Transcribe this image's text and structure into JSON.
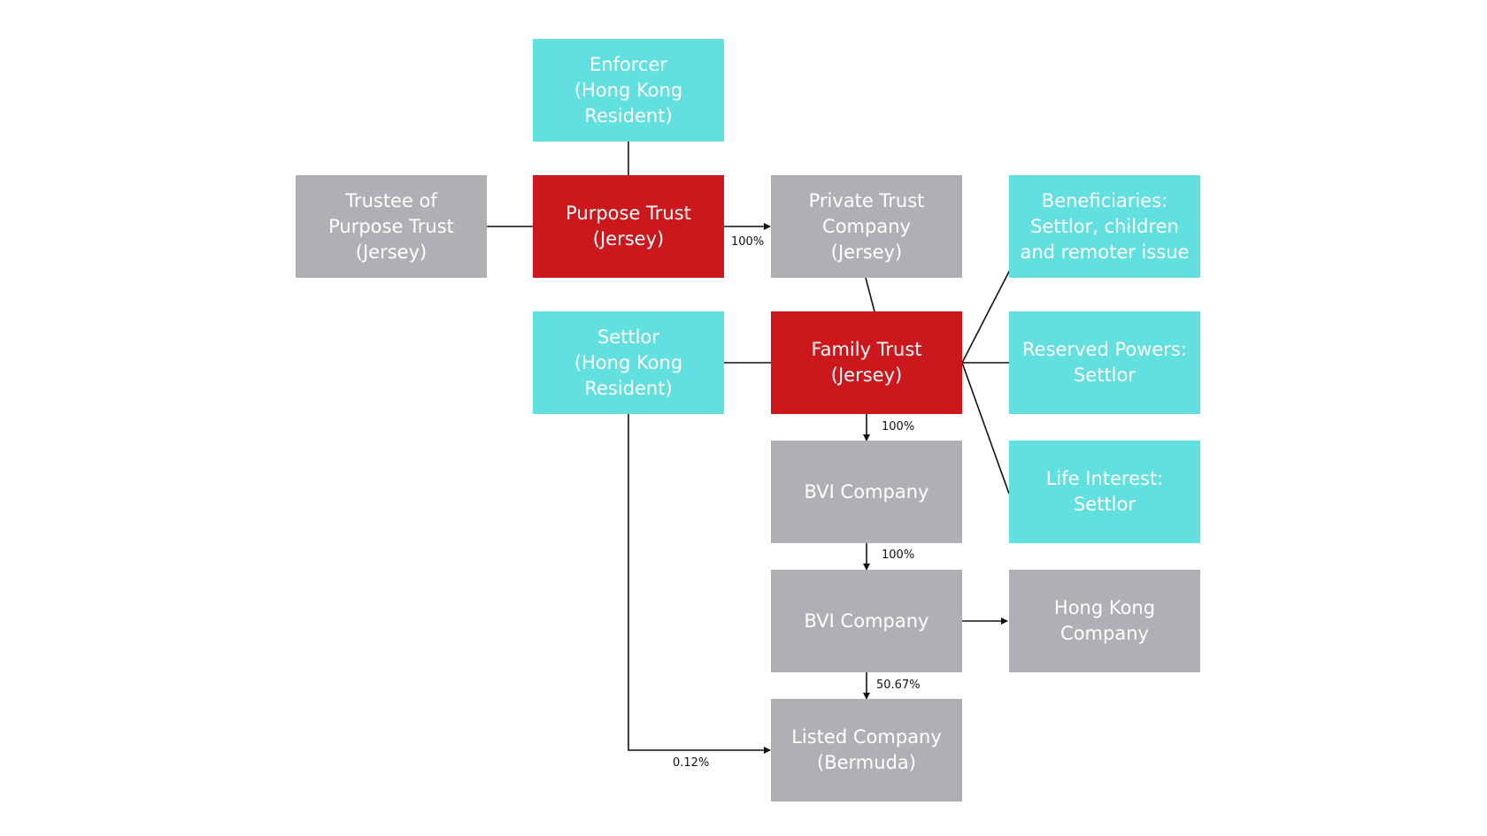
{
  "nodes": {
    "enforcer": "Enforcer\n(Hong Kong\nResident)",
    "trustee_purpose_trust": "Trustee of\nPurpose Trust\n(Jersey)",
    "purpose_trust": "Purpose Trust\n(Jersey)",
    "private_trust_company": "Private Trust\nCompany\n(Jersey)",
    "beneficiaries": "Beneficiaries:\nSettlor, children\nand remoter issue",
    "settlor": "Settlor\n(Hong Kong\nResident)",
    "family_trust": "Family Trust\n(Jersey)",
    "reserved_powers": "Reserved Powers:\nSettlor",
    "bvi_company_1": "BVI Company",
    "life_interest": "Life Interest:\nSettlor",
    "bvi_company_2": "BVI Company",
    "hong_kong_company": "Hong Kong\nCompany",
    "listed_company": "Listed Company\n(Bermuda)"
  },
  "edges": {
    "purpose_to_ptc": "100%",
    "family_to_bvi1": "100%",
    "bvi1_to_bvi2": "100%",
    "bvi2_to_listed": "50.67%",
    "settlor_to_listed": "0.12%"
  },
  "colors": {
    "gray": "#afb0b3",
    "teal": "#62e0df",
    "red": "#cc171d"
  }
}
